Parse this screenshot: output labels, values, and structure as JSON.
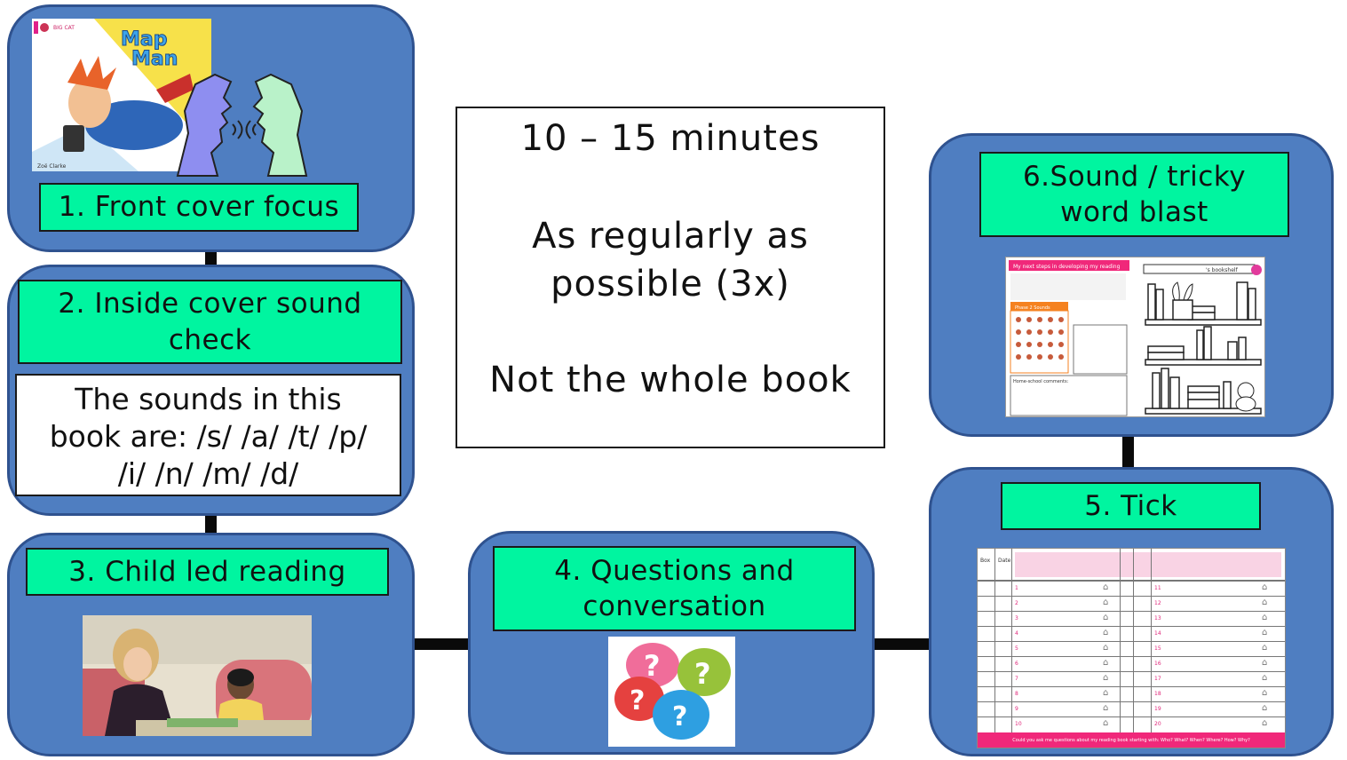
{
  "steps": {
    "s1": {
      "label": "1. Front cover focus"
    },
    "s2": {
      "label_line1": "2. Inside cover sound",
      "label_line2": "check",
      "sounds_line1": "The sounds in this",
      "sounds_line2": "book are: /s/ /a/ /t/ /p/",
      "sounds_line3": "/i/ /n/ /m/ /d/"
    },
    "s3": {
      "label": "3. Child led reading"
    },
    "s4": {
      "label_line1": "4. Questions and",
      "label_line2": "conversation"
    },
    "s5": {
      "label": "5. Tick"
    },
    "s6": {
      "label_line1": "6.Sound / tricky",
      "label_line2": "word blast"
    }
  },
  "info": {
    "line1": "10 – 15 minutes",
    "line2": "As regularly as",
    "line3": "possible (3x)",
    "line4": "Not the whole book"
  },
  "book_cover": {
    "title_line1": "Map",
    "title_line2": "Man",
    "series": "BIG CAT",
    "author": "Zoë Clarke"
  },
  "worksheet_sound": {
    "heading": "My next steps in developing my reading",
    "bookshelf": "'s bookshelf",
    "phase": "Phase 2 Sounds",
    "comments": "Home-school comments:"
  },
  "worksheet_tick": {
    "col_box": "Box",
    "col_date": "Date",
    "footer": "Could you ask me questions about my reading book starting with:  Who?   What?   When?   Where?   How?   Why?",
    "rows_left": [
      "1",
      "2",
      "3",
      "4",
      "5",
      "6",
      "7",
      "8",
      "9",
      "10"
    ],
    "rows_right": [
      "11",
      "12",
      "13",
      "14",
      "15",
      "16",
      "17",
      "18",
      "19",
      "20"
    ]
  },
  "colors": {
    "panel": "#4f7ec1",
    "panel_border": "#2f528f",
    "label_bg": "#00f5a0",
    "worksheet_pink": "#f0287a"
  }
}
